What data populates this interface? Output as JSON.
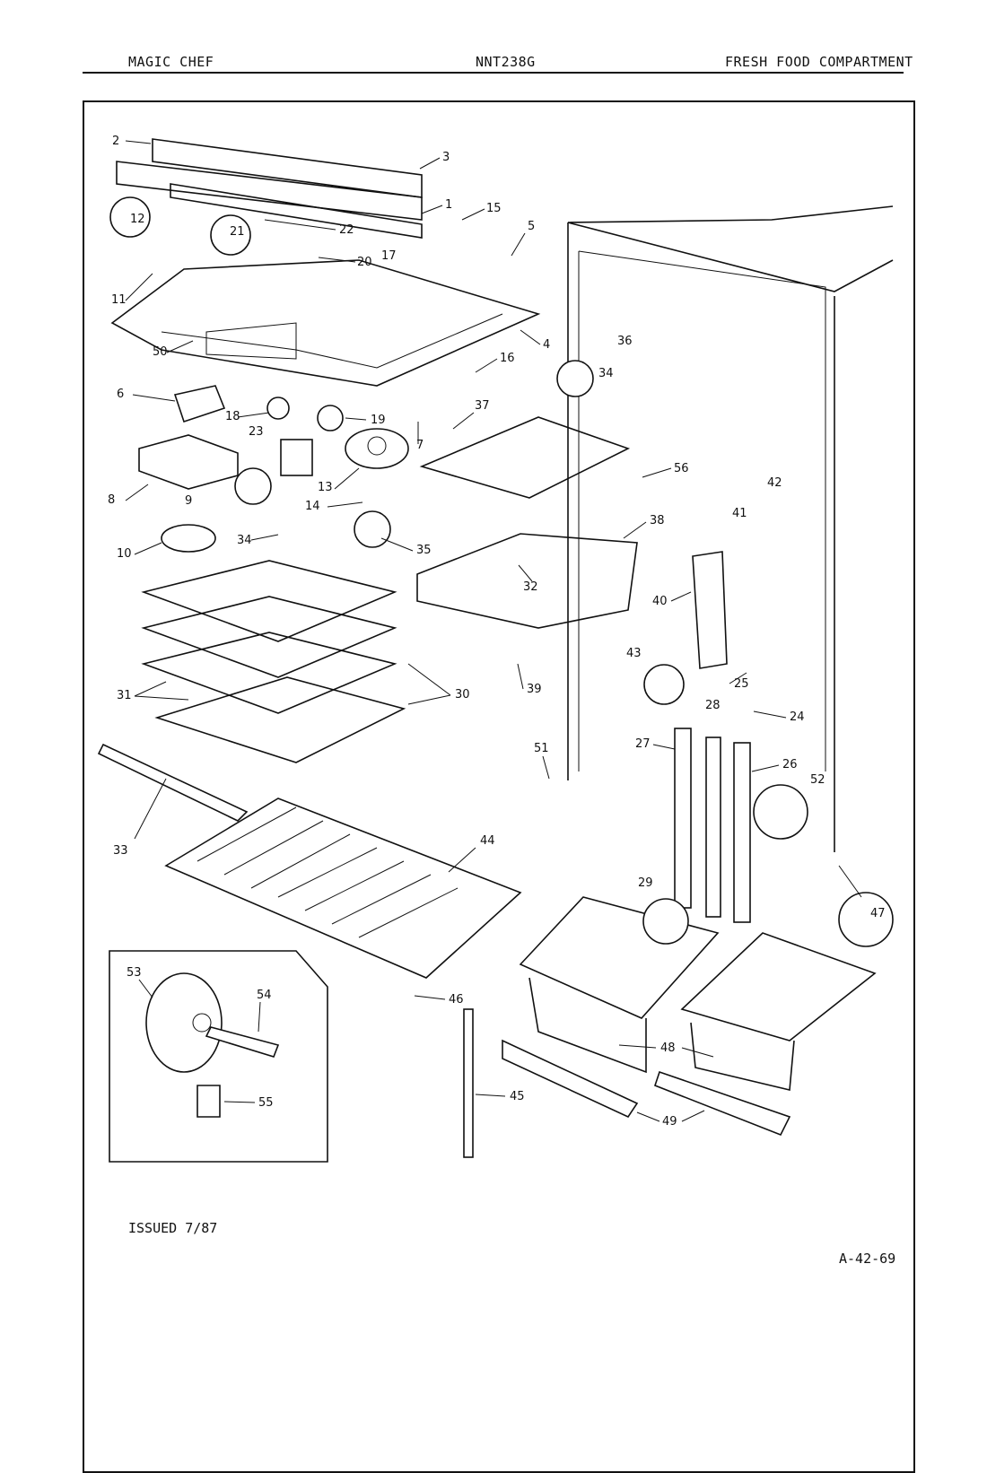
{
  "header": {
    "brand": "MAGIC CHEF",
    "model": "NNT238G",
    "section": "FRESH FOOD COMPARTMENT"
  },
  "footer": {
    "issued": "ISSUED 7/87",
    "page_code": "A-42-69"
  },
  "callouts": [
    "1",
    "2",
    "3",
    "4",
    "5",
    "6",
    "7",
    "8",
    "9",
    "10",
    "11",
    "12",
    "13",
    "14",
    "15",
    "16",
    "17",
    "18",
    "19",
    "20",
    "21",
    "22",
    "23",
    "24",
    "25",
    "26",
    "27",
    "28",
    "29",
    "30",
    "31",
    "32",
    "33",
    "34",
    "35",
    "36",
    "37",
    "38",
    "39",
    "40",
    "41",
    "42",
    "43",
    "44",
    "45",
    "46",
    "47",
    "48",
    "49",
    "50",
    "51",
    "52",
    "53",
    "54",
    "55",
    "56"
  ]
}
